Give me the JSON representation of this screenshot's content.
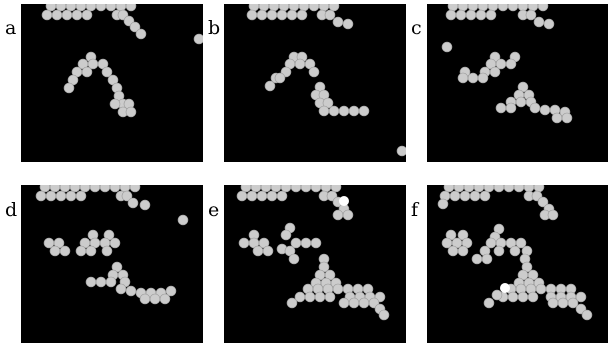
{
  "panels": [
    {
      "label": "a"
    },
    {
      "label": "b"
    },
    {
      "label": "c"
    },
    {
      "label": "d"
    },
    {
      "label": "e"
    },
    {
      "label": "f"
    }
  ],
  "colors": {
    "background": "#ffffff",
    "panel": "#000000",
    "particle": "#cccccc",
    "highlight": "#ffffff"
  }
}
